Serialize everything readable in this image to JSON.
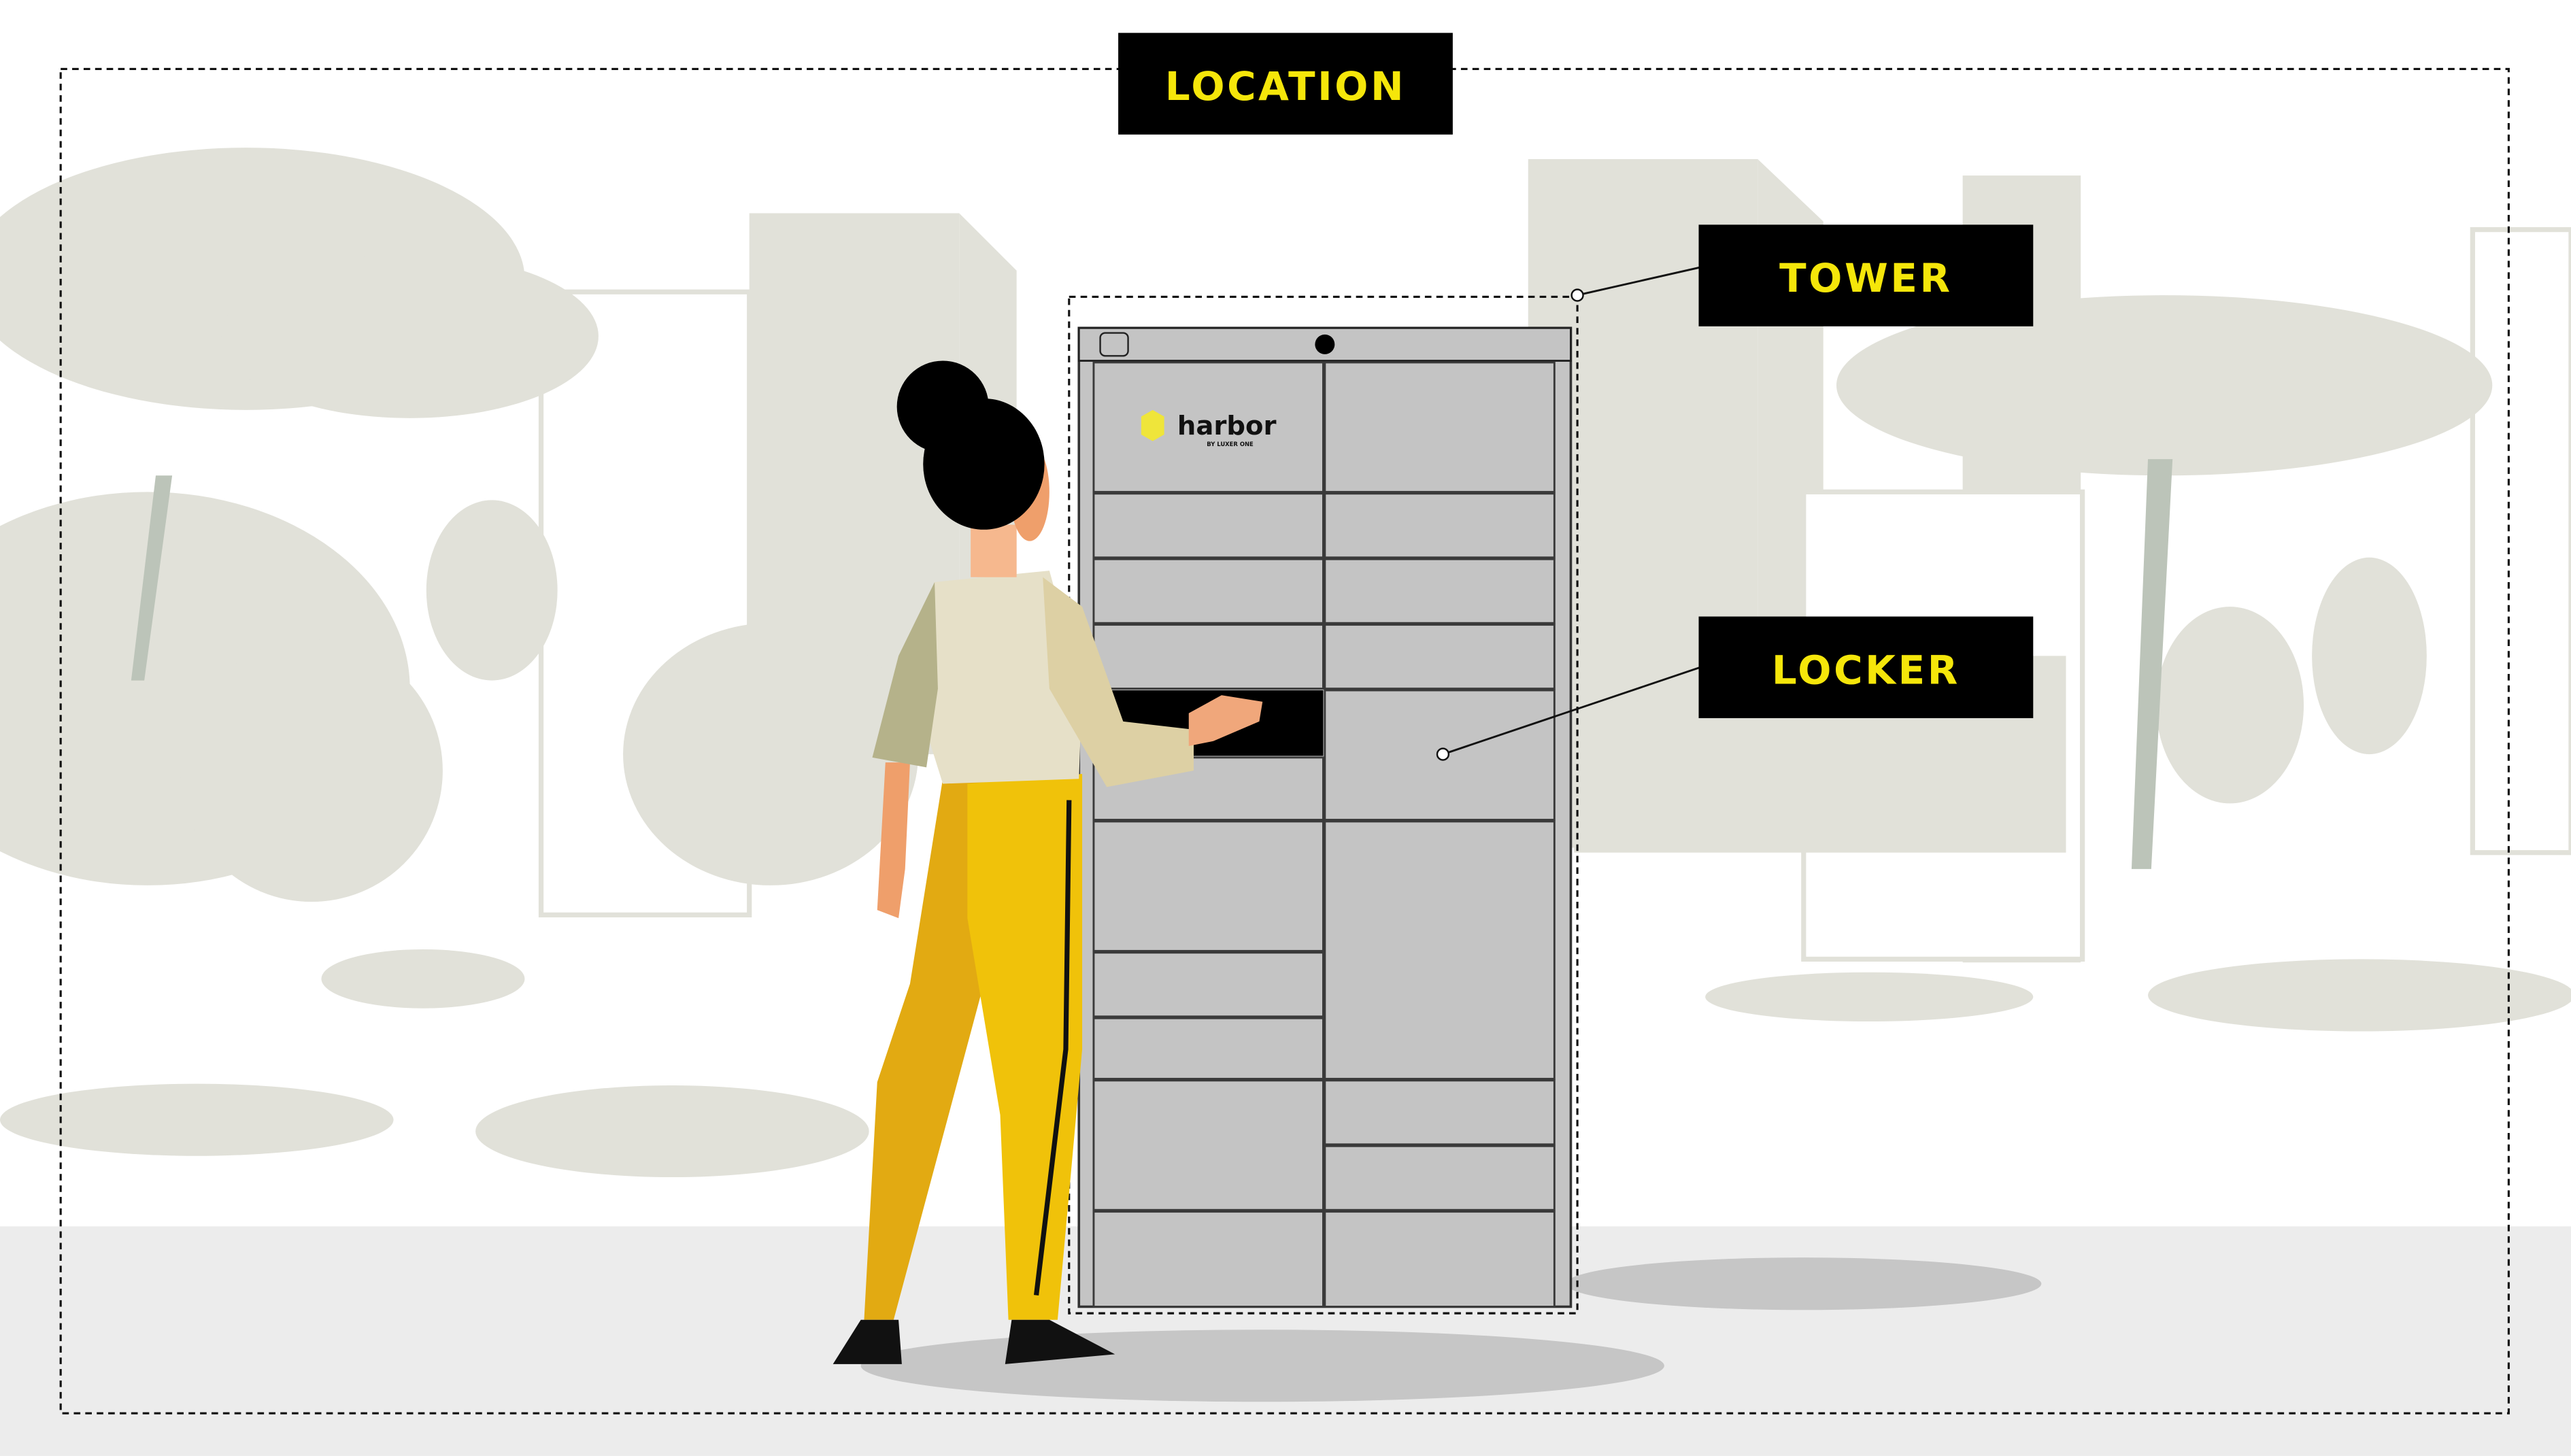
{
  "labels": {
    "location": "LOCATION",
    "tower": "TOWER",
    "locker": "LOCKER"
  },
  "logo": {
    "brand": "harbor",
    "tagline": "BY LUXER ONE"
  },
  "colors": {
    "label_bg": "#000000",
    "label_text": "#f5e60a",
    "background_shapes": "#e1e1d9",
    "ground": "#ececec",
    "locker": "#c4c4c4",
    "pants": "#f0c20a"
  }
}
